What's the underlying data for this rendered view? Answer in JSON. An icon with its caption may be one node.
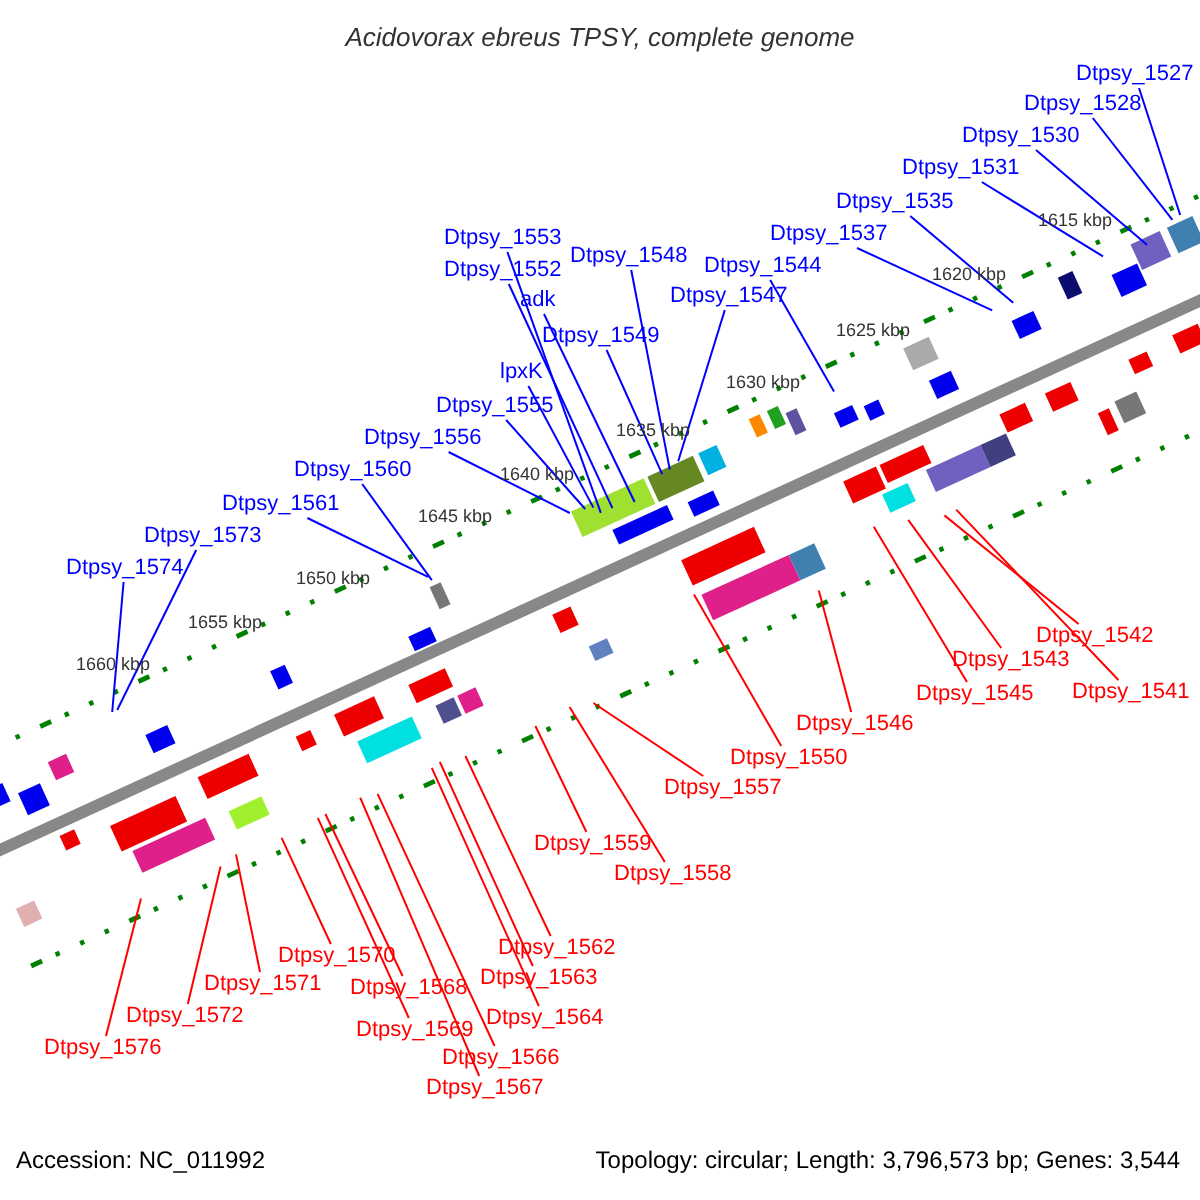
{
  "diagram": {
    "title": "Acidovorax ebreus TPSY, complete genome",
    "nodes": [
      {
        "text": [
          "Dtpsy_1527"
        ]
      },
      {
        "text": [
          "Dtpsy_1528"
        ]
      },
      {
        "text": [
          "Dtpsy_1530"
        ]
      },
      {
        "text": [
          "Dtpsy_1531"
        ]
      },
      {
        "text": [
          "Dtpsy_1535"
        ]
      },
      {
        "text": [
          "Dtpsy_1537"
        ]
      },
      {
        "text": [
          "Dtpsy_1544"
        ]
      },
      {
        "text": [
          "Dtpsy_1547"
        ]
      },
      {
        "text": [
          "Dtpsy_1548"
        ]
      },
      {
        "text": [
          "Dtpsy_1549"
        ]
      },
      {
        "text": [
          "adk"
        ]
      },
      {
        "text": [
          "Dtpsy_1552"
        ]
      },
      {
        "text": [
          "Dtpsy_1553"
        ]
      },
      {
        "text": [
          "lpxK"
        ]
      },
      {
        "text": [
          "Dtpsy_1555"
        ]
      },
      {
        "text": [
          "Dtpsy_1556"
        ]
      },
      {
        "text": [
          "Dtpsy_1560"
        ]
      },
      {
        "text": [
          "Dtpsy_1561"
        ]
      },
      {
        "text": [
          "Dtpsy_1573"
        ]
      },
      {
        "text": [
          "Dtpsy_1574"
        ]
      },
      {
        "text": [
          "Dtpsy_1541"
        ]
      },
      {
        "text": [
          "Dtpsy_1542"
        ]
      },
      {
        "text": [
          "Dtpsy_1543"
        ]
      },
      {
        "text": [
          "Dtpsy_1545"
        ]
      },
      {
        "text": [
          "Dtpsy_1546"
        ]
      },
      {
        "text": [
          "Dtpsy_1550"
        ]
      },
      {
        "text": [
          "Dtpsy_1557"
        ]
      },
      {
        "text": [
          "Dtpsy_1558"
        ]
      },
      {
        "text": [
          "Dtpsy_1559"
        ]
      },
      {
        "text": [
          "Dtpsy_1562"
        ]
      },
      {
        "text": [
          "Dtpsy_1563"
        ]
      },
      {
        "text": [
          "Dtpsy_1564"
        ]
      },
      {
        "text": [
          "Dtpsy_1566"
        ]
      },
      {
        "text": [
          "Dtpsy_1567"
        ]
      },
      {
        "text": [
          "Dtpsy_1568"
        ]
      },
      {
        "text": [
          "Dtpsy_1569"
        ]
      },
      {
        "text": [
          "Dtpsy_1570"
        ]
      },
      {
        "text": [
          "Dtpsy_1571"
        ]
      },
      {
        "text": [
          "Dtpsy_1572"
        ]
      },
      {
        "text": [
          "Dtpsy_1576"
        ]
      }
    ],
    "edges": [
      {
        "from": 0,
        "to": null,
        "arrow": "none"
      },
      {
        "from": 1,
        "to": null,
        "arrow": "none"
      },
      {
        "from": 2,
        "to": null,
        "arrow": "none"
      },
      {
        "from": 3,
        "to": null,
        "arrow": "none"
      },
      {
        "from": 4,
        "to": null,
        "arrow": "none"
      },
      {
        "from": 5,
        "to": null,
        "arrow": "none"
      },
      {
        "from": 6,
        "to": null,
        "arrow": "none"
      },
      {
        "from": 7,
        "to": null,
        "arrow": "none"
      },
      {
        "from": 8,
        "to": null,
        "arrow": "none"
      },
      {
        "from": 9,
        "to": null,
        "arrow": "none"
      },
      {
        "from": 10,
        "to": null,
        "arrow": "none"
      },
      {
        "from": 11,
        "to": null,
        "arrow": "none"
      },
      {
        "from": 12,
        "to": null,
        "arrow": "none"
      },
      {
        "from": 13,
        "to": null,
        "arrow": "none"
      },
      {
        "from": 14,
        "to": null,
        "arrow": "none"
      },
      {
        "from": 15,
        "to": null,
        "arrow": "none"
      },
      {
        "from": 16,
        "to": null,
        "arrow": "none"
      },
      {
        "from": 17,
        "to": null,
        "arrow": "none"
      },
      {
        "from": 18,
        "to": null,
        "arrow": "none"
      },
      {
        "from": 19,
        "to": null,
        "arrow": "none"
      },
      {
        "from": 20,
        "to": null,
        "arrow": "none",
        "color": "#ff0000"
      },
      {
        "from": 21,
        "to": null,
        "arrow": "none",
        "color": "#ff0000"
      },
      {
        "from": 22,
        "to": null,
        "arrow": "none",
        "color": "#ff0000"
      },
      {
        "from": 23,
        "to": null,
        "arrow": "none",
        "color": "#ff0000"
      },
      {
        "from": 24,
        "to": null,
        "arrow": "none",
        "color": "#ff0000"
      },
      {
        "from": 25,
        "to": null,
        "arrow": "none",
        "color": "#ff0000"
      },
      {
        "from": 26,
        "to": null,
        "arrow": "none",
        "color": "#ff0000"
      },
      {
        "from": 27,
        "to": null,
        "arrow": "none",
        "color": "#ff0000"
      },
      {
        "from": 28,
        "to": null,
        "arrow": "none",
        "color": "#ff0000"
      },
      {
        "from": 29,
        "to": null,
        "arrow": "none",
        "color": "#ff0000"
      },
      {
        "from": 30,
        "to": null,
        "arrow": "none",
        "color": "#ff0000"
      },
      {
        "from": 31,
        "to": null,
        "arrow": "none",
        "color": "#ff0000"
      },
      {
        "from": 32,
        "to": null,
        "arrow": "none",
        "color": "#ff0000"
      },
      {
        "from": 33,
        "to": null,
        "arrow": "none",
        "color": "#ff0000"
      },
      {
        "from": 34,
        "to": null,
        "arrow": "none",
        "color": "#ff0000"
      },
      {
        "from": 35,
        "to": null,
        "arrow": "none",
        "color": "#ff0000"
      },
      {
        "from": 36,
        "to": null,
        "arrow": "none",
        "color": "#ff0000"
      },
      {
        "from": 37,
        "to": null,
        "arrow": "none",
        "color": "#ff0000"
      },
      {
        "from": 38,
        "to": null,
        "arrow": "none",
        "color": "#ff0000"
      },
      {
        "from": 39,
        "to": null,
        "arrow": "none",
        "color": "#ff0000"
      }
    ],
    "labels": [
      "1615 kbp",
      "1620 kbp",
      "1625 kbp",
      "1630 kbp",
      "1635 kbp",
      "1640 kbp",
      "1645 kbp",
      "1650 kbp",
      "1655 kbp",
      "1660 kbp",
      "Accession: NC_011992",
      "Topology: circular; Length: 3,796,573 bp; Genes: 3,544"
    ]
  }
}
